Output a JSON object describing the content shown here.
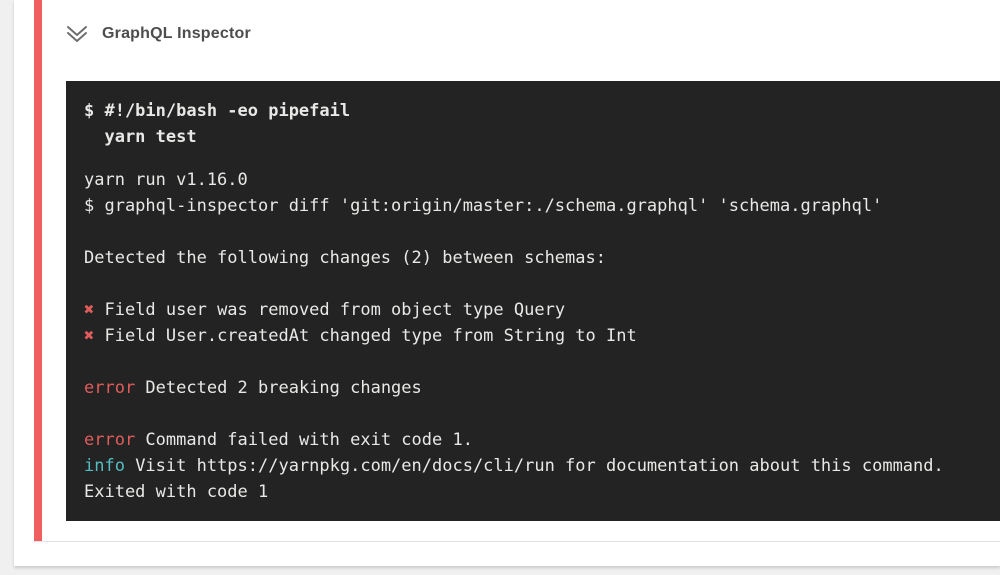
{
  "header": {
    "title": "GraphQL Inspector",
    "chevron_icon": "double-chevron-down-icon",
    "status": "failed"
  },
  "colors": {
    "page_bg": "#f0f0f1",
    "accent": "#ef5f5f",
    "term_bg": "#232323",
    "term_text": "#e8e8e6",
    "error_red": "#e05c5c",
    "info_cyan": "#53bdc1",
    "divider": "#e2e2e2",
    "title_color": "#4d4d4d"
  },
  "terminal": {
    "lines": [
      {
        "type": "cmd",
        "segments": [
          {
            "text": "$ #!/bin/bash -eo pipefail",
            "color": "default"
          }
        ]
      },
      {
        "type": "cmd",
        "segments": [
          {
            "text": "  yarn test",
            "color": "default"
          }
        ]
      },
      {
        "type": "gap-sm",
        "segments": []
      },
      {
        "type": "out",
        "segments": [
          {
            "text": "yarn run v1.16.0",
            "color": "default"
          }
        ]
      },
      {
        "type": "out",
        "segments": [
          {
            "text": "$ graphql-inspector diff 'git:origin/master:./schema.graphql' 'schema.graphql'",
            "color": "default"
          }
        ]
      },
      {
        "type": "blank",
        "segments": []
      },
      {
        "type": "out",
        "segments": [
          {
            "text": "Detected the following changes (2) between schemas:",
            "color": "default"
          }
        ]
      },
      {
        "type": "blank",
        "segments": []
      },
      {
        "type": "out",
        "segments": [
          {
            "text": "✖",
            "color": "red"
          },
          {
            "text": " Field user was removed from object type Query",
            "color": "default"
          }
        ]
      },
      {
        "type": "out",
        "segments": [
          {
            "text": "✖",
            "color": "red"
          },
          {
            "text": " Field User.createdAt changed type from String to Int",
            "color": "default"
          }
        ]
      },
      {
        "type": "blank",
        "segments": []
      },
      {
        "type": "out",
        "segments": [
          {
            "text": "error",
            "color": "red"
          },
          {
            "text": " Detected 2 breaking changes",
            "color": "default"
          }
        ]
      },
      {
        "type": "blank",
        "segments": []
      },
      {
        "type": "out",
        "segments": [
          {
            "text": "error",
            "color": "red"
          },
          {
            "text": " Command failed with exit code 1.",
            "color": "default"
          }
        ]
      },
      {
        "type": "out",
        "segments": [
          {
            "text": "info",
            "color": "cyan"
          },
          {
            "text": " Visit https://yarnpkg.com/en/docs/cli/run for documentation about this command.",
            "color": "default"
          }
        ]
      },
      {
        "type": "out",
        "segments": [
          {
            "text": "Exited with code 1",
            "color": "default"
          }
        ]
      }
    ]
  }
}
